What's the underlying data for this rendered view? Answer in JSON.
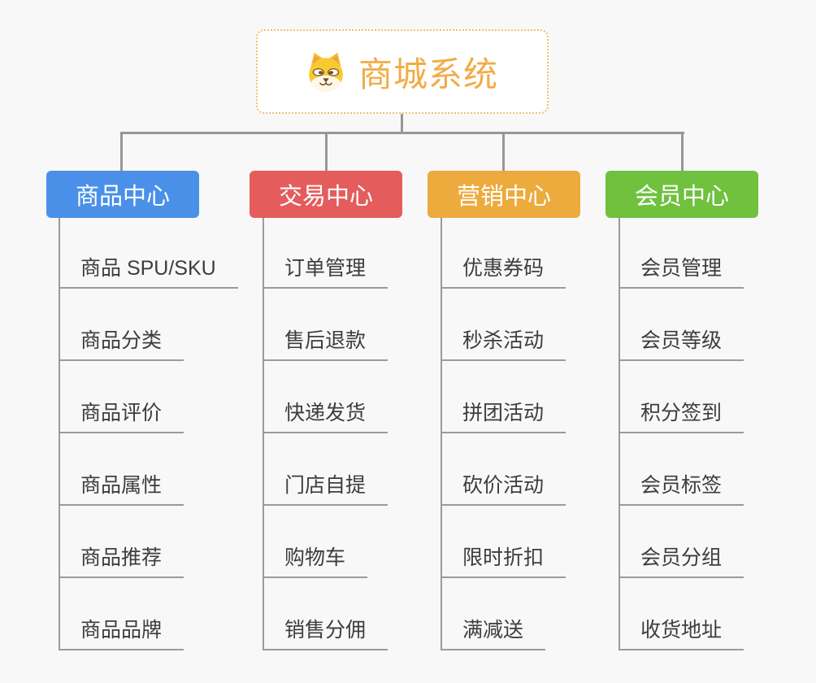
{
  "root": {
    "title": "商城系统",
    "icon": "dog-face-icon"
  },
  "colors": {
    "background": "#f8f8f8",
    "connector_gray": "#979797",
    "underline_gray": "#9b9b9b",
    "root_text": "#f2ac47",
    "root_border": "#f2bd72",
    "leaf_text": "#3d3d3d"
  },
  "branches": [
    {
      "label": "商品中心",
      "color": "#4a90e8",
      "items": [
        "商品 SPU/SKU",
        "商品分类",
        "商品评价",
        "商品属性",
        "商品推荐",
        "商品品牌"
      ]
    },
    {
      "label": "交易中心",
      "color": "#e45c5c",
      "items": [
        "订单管理",
        "售后退款",
        "快递发货",
        "门店自提",
        "购物车",
        "销售分佣"
      ]
    },
    {
      "label": "营销中心",
      "color": "#edaa3d",
      "items": [
        "优惠券码",
        "秒杀活动",
        "拼团活动",
        "砍价活动",
        "限时折扣",
        "满减送"
      ]
    },
    {
      "label": "会员中心",
      "color": "#6fc13e",
      "items": [
        "会员管理",
        "会员等级",
        "积分签到",
        "会员标签",
        "会员分组",
        "收货地址"
      ]
    }
  ]
}
